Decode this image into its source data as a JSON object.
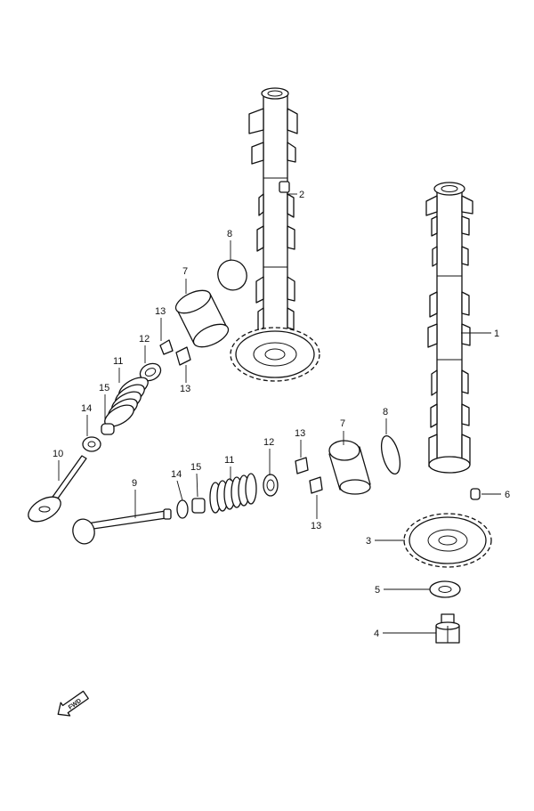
{
  "callouts": [
    {
      "id": "c1",
      "label": "1"
    },
    {
      "id": "c2",
      "label": "2"
    },
    {
      "id": "c3",
      "label": "3"
    },
    {
      "id": "c4",
      "label": "4"
    },
    {
      "id": "c5",
      "label": "5"
    },
    {
      "id": "c6",
      "label": "6"
    },
    {
      "id": "c7a",
      "label": "7"
    },
    {
      "id": "c7b",
      "label": "7"
    },
    {
      "id": "c8a",
      "label": "8"
    },
    {
      "id": "c8b",
      "label": "8"
    },
    {
      "id": "c9",
      "label": "9"
    },
    {
      "id": "c10",
      "label": "10"
    },
    {
      "id": "c11a",
      "label": "11"
    },
    {
      "id": "c11b",
      "label": "11"
    },
    {
      "id": "c12a",
      "label": "12"
    },
    {
      "id": "c12b",
      "label": "12"
    },
    {
      "id": "c13a",
      "label": "13"
    },
    {
      "id": "c13b",
      "label": "13"
    },
    {
      "id": "c13c",
      "label": "13"
    },
    {
      "id": "c13d",
      "label": "13"
    },
    {
      "id": "c14a",
      "label": "14"
    },
    {
      "id": "c14b",
      "label": "14"
    },
    {
      "id": "c15a",
      "label": "15"
    },
    {
      "id": "c15b",
      "label": "15"
    }
  ],
  "fwd_label": "FWD"
}
